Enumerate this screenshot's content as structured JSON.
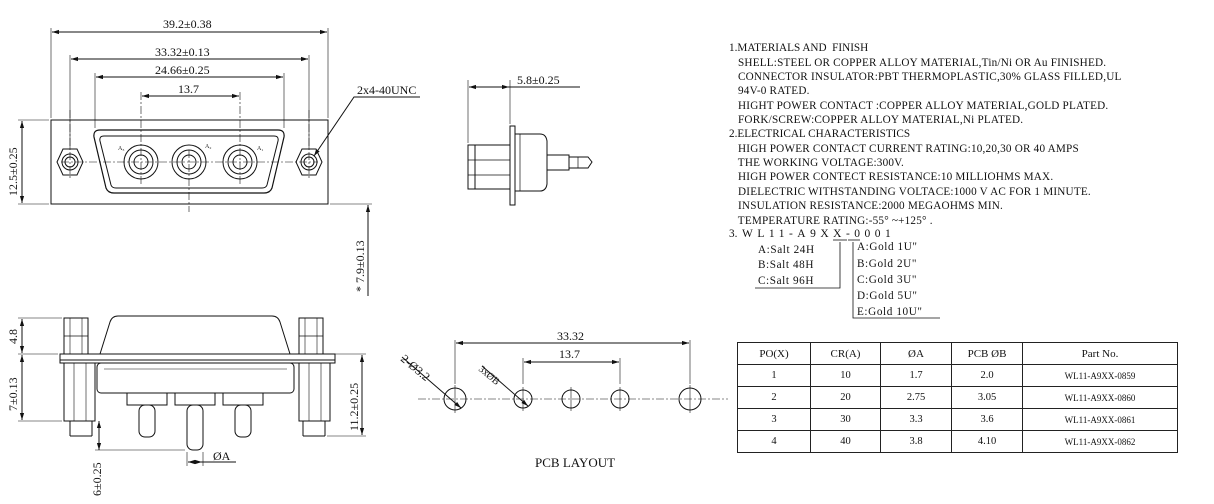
{
  "front_view": {
    "overall_width": "39.2±0.38",
    "mount_spacing": "33.32±0.13",
    "shell_width": "24.66±0.25",
    "contact_pitch": "13.7",
    "height": "12.5±0.25",
    "screw_callout": "2x4-40UNC",
    "contact_labels": [
      "A₃",
      "A₂",
      "A₁"
    ],
    "depth": "* 7.9±0.13"
  },
  "side_view": {
    "width": "5.8±0.25"
  },
  "bottom_view": {
    "hex_height": "4.8",
    "body_height": "7±0.13",
    "leg_height": "11.2±0.25",
    "pin_height": "6±0.25",
    "pin_dia": "ØA"
  },
  "pcb_layout": {
    "title": "PCB LAYOUT",
    "mount_spacing": "33.32",
    "contact_pitch": "13.7",
    "mount_hole": "2-Ø3.2",
    "contact_hole": "3xØB"
  },
  "notes": {
    "lines": [
      "1.MATERIALS AND  FINISH",
      "   SHELL:STEEL OR COPPER ALLOY MATERIAL,Tin/Ni OR Au FINISHED.",
      "   CONNECTOR INSULATOR:PBT THERMOPLASTIC,30% GLASS FILLED,UL",
      "   94V-0 RATED.",
      "   HIGHT POWER CONTACT :COPPER ALLOY MATERIAL,GOLD PLATED.",
      "   FORK/SCREW:COPPER ALLOY MATERIAL,Ni PLATED.",
      "2.ELECTRICAL CHARACTERISTICS",
      "   HIGH POWER CONTACT CURRENT RATING:10,20,30 OR 40 AMPS",
      "   THE WORKING VOLTAGE:300V.",
      "   HIGH POWER CONTECT RESISTANCE:10 MILLIOHMS MAX.",
      "   DIELECTRIC WITHSTANDING VOLTACE:1000 V AC FOR 1 MINUTE.",
      "   INSULATION RESISTANCE:2000 MEGAOHMS MIN.",
      "   TEMPERATURE RATING:-55° ~+125° ."
    ],
    "part_code_label": "3.",
    "part_code": "WL11-A9XX-0001",
    "salt_options": [
      "A:Salt 24H",
      "B:Salt 48H",
      "C:Salt 96H"
    ],
    "gold_options": [
      "A:Gold 1U\"",
      "B:Gold 2U\"",
      "C:Gold 3U\"",
      "D:Gold 5U\"",
      "E:Gold 10U\""
    ]
  },
  "spec_table": {
    "headers": [
      "PO(X)",
      "CR(A)",
      "ØA",
      "PCB ØB",
      "Part  No."
    ],
    "rows": [
      [
        "1",
        "10",
        "1.7",
        "2.0",
        "WL11-A9XX-0859"
      ],
      [
        "2",
        "20",
        "2.75",
        "3.05",
        "WL11-A9XX-0860"
      ],
      [
        "3",
        "30",
        "3.3",
        "3.6",
        "WL11-A9XX-0861"
      ],
      [
        "4",
        "40",
        "3.8",
        "4.10",
        "WL11-A9XX-0862"
      ]
    ]
  }
}
